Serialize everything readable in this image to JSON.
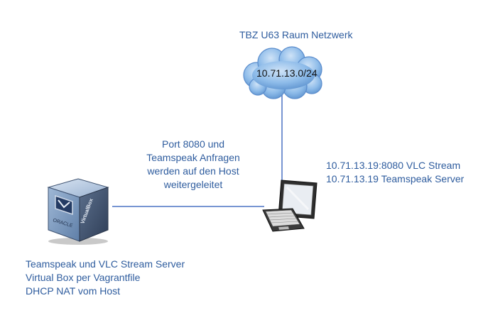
{
  "network": {
    "title": "TBZ U63 Raum Netzwerk",
    "subnet": "10.71.13.0/24"
  },
  "forwarding": {
    "lines": [
      "Port 8080 und",
      "Teamspeak Anfragen",
      "werden auf den Host",
      "weitergeleitet"
    ]
  },
  "host": {
    "lines": [
      "10.71.13.19:8080 VLC Stream",
      "10.71.13.19 Teamspeak Server"
    ]
  },
  "vm": {
    "box_front": "ORACLE",
    "box_side": "VirtualBox",
    "lines": [
      "Teamspeak und VLC Stream Server",
      "Virtual Box per Vagrantfile",
      "DHCP NAT vom Host"
    ]
  },
  "colors": {
    "text": "#2e5c9e",
    "link": "#4a72c4",
    "cloud": "#7fb3e6"
  }
}
